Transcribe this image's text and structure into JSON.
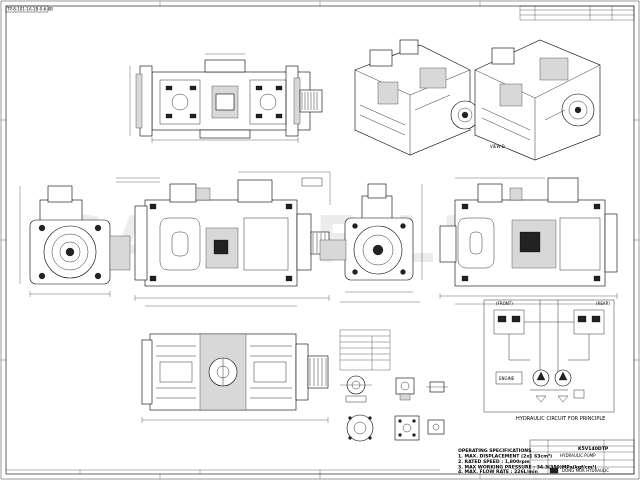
{
  "drawing": {
    "top_left_code": "TP-8-101-1A-1B-0-6-4B",
    "watermark": "SAND FILLY"
  },
  "operating_specs": {
    "title": "OPERATING SPECIFICATIONS",
    "lines": [
      "1. MAX. DISPLACEMENT (2x1 63cm³)",
      "2. RATED SPEED : 1,800rpm",
      "3. MAX WORKING PRESSURE : 34.3(350)MPa(kgf/cm²)",
      "4. MAX. FLOW RATE : 226L/min"
    ]
  },
  "hydraulic": {
    "caption": "HYDRAULIC CIRCUIT FOR PRINCIPLE",
    "front_label": "(FRONT)",
    "rear_label": "(REAR)",
    "engine_label": "ENGINE"
  },
  "title_block": {
    "model": "K5V140DTP",
    "name": "HYDRAULIC PUMP",
    "company": "DONG MOK HYDRAULIC"
  },
  "iso_view_label": "VIEW-D"
}
